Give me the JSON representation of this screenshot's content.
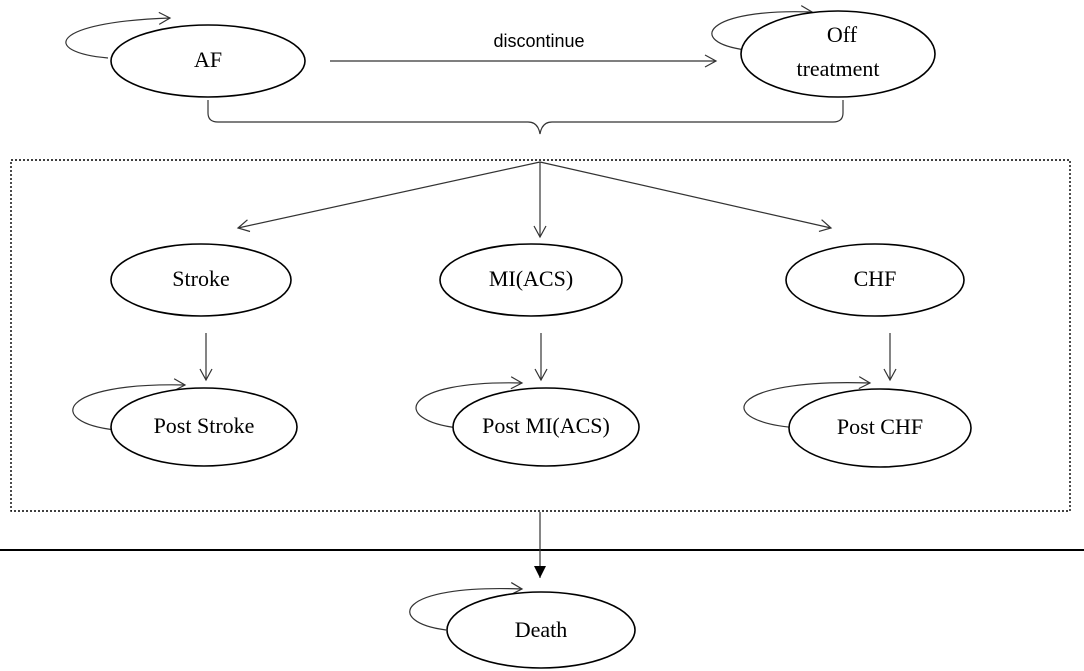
{
  "nodes": {
    "af": {
      "label": "AF"
    },
    "off_treatment": {
      "line1": "Off",
      "line2": "treatment"
    },
    "stroke": {
      "label": "Stroke"
    },
    "mi": {
      "label": "MI(ACS)"
    },
    "chf": {
      "label": "CHF"
    },
    "post_stroke": {
      "label": "Post Stroke"
    },
    "post_mi": {
      "label": "Post MI(ACS)"
    },
    "post_chf": {
      "label": "Post CHF"
    },
    "death": {
      "label": "Death"
    }
  },
  "edges": {
    "discontinue": {
      "label": "discontinue"
    }
  }
}
